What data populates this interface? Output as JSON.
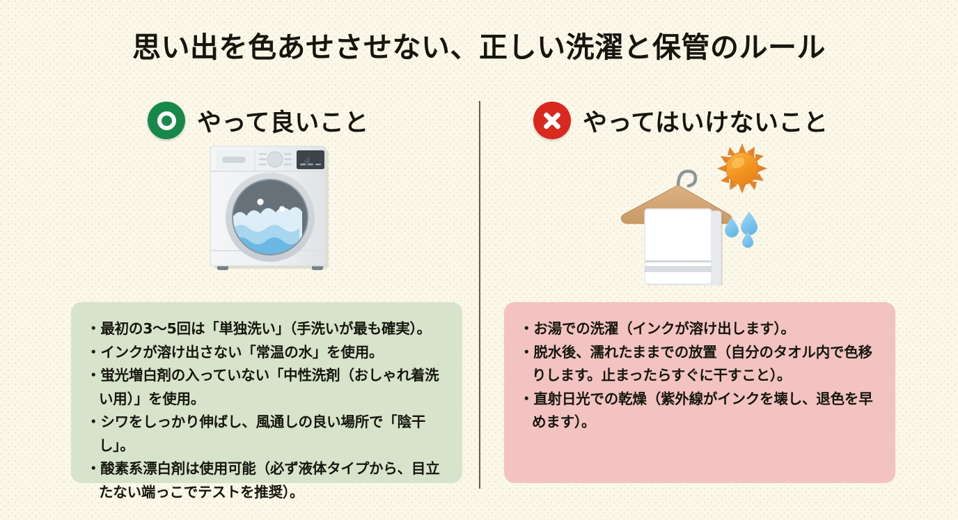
{
  "page": {
    "title": "思い出を色あせさせない、正しい洗濯と保管のルール",
    "background_color": "#fbf8ea"
  },
  "columns": {
    "good": {
      "icon": "circle-ok-icon",
      "icon_color": "#17884a",
      "heading": "やって良いこと",
      "illustration": "washing-machine-illustration",
      "card_color": "#d7e4cb",
      "items": [
        "最初の3〜5回は「単独洗い」（手洗いが最も確実）。",
        "インクが溶け出さない「常温の水」を使用。",
        "蛍光増白剤の入っていない「中性洗剤（おしゃれ着洗い用）」を使用。",
        "シワをしっかり伸ばし、風通しの良い場所で「陰干し」。",
        "酸素系漂白剤は使用可能（必ず液体タイプから、目立たない端っこでテストを推奨）。"
      ]
    },
    "bad": {
      "icon": "circle-x-icon",
      "icon_color": "#d9291f",
      "heading": "やってはいけないこと",
      "illustration": "hanging-towel-sun-illustration",
      "card_color": "#f2c3c0",
      "items": [
        "お湯での洗濯（インクが溶け出します）。",
        "脱水後、濡れたままでの放置（自分のタオル内で色移りします。止まったらすぐに干すこと）。",
        "直射日光での乾燥（紫外線がインクを壊し、退色を早めます）。"
      ]
    }
  }
}
